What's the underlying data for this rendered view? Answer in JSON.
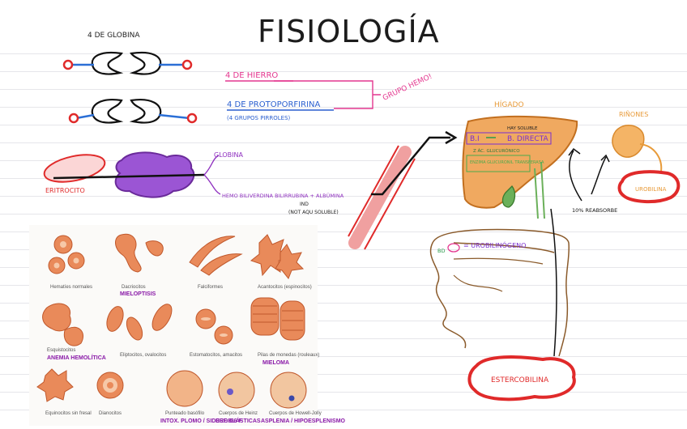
{
  "title": "FISIOLOGÍA",
  "notes": {
    "globina_count": "4 DE GLOBINA",
    "hierro": "4 DE HIERRO",
    "protoporfirina": "4 DE PROTOPORFIRINA",
    "pirroles": "(4 GRUPOS PIRROLES)",
    "grupo_hemo": "GRUPO HEMO!",
    "globina": "GLOBINA",
    "eritrocito": "ERITROCITO",
    "chain": "HEMO  BILIVERDINA  BILIRRUBINA + ALBÚMINA",
    "ind": "IND",
    "no_soluble": "(NOT AQU SOLUBLE)"
  },
  "liver": {
    "label": "HÍGADO",
    "soluble": "HAY SOLUBLE",
    "bi": "B.I",
    "bd": "B. DIRECTA",
    "gluc": "Z ÁC. GLUCURÓNICO",
    "enzyme": "ENZIMA GLUCURONIL TRANSFERASA"
  },
  "kidney": {
    "label": "RIÑONES",
    "urobilina": "UROBILINA"
  },
  "intestine": {
    "bd": "BD",
    "urobilinogeno": "= UROBILINÓGENO",
    "reabsorbe": "10% REABSORBE",
    "estercobilina": "ESTERCOBILINA"
  },
  "plate_captions": {
    "r1": [
      "Hematíes normales",
      "Dacriocitos",
      "Falciformes",
      "Acantocitos (espinocitos)"
    ],
    "r1_note": "MIELOPTISIS",
    "r2": [
      "Esquistocitos",
      "Eliptocitos, ovalocitos",
      "Estomatocitos, amacitos",
      "Pilas de monedas (rouleaux)"
    ],
    "r2_notes": [
      "ANEMIA HEMOLÍTICA",
      "MIELOMA"
    ],
    "r3": [
      "Equinocitos sin fresal",
      "Dianocitos",
      "Punteado basófilo",
      "Cuerpos de Heinz",
      "Cuerpos de Howell-Jolly"
    ],
    "r3_notes": [
      "INTOX. PLOMO / SIDEROBLÁSTICAS",
      "DEF. G6 F",
      "ASPLENIA / HIPOESPLENISMO"
    ]
  },
  "colors": {
    "pink": "#e4378f",
    "blue": "#2a5fcf",
    "orange": "#e89b3a",
    "red": "#e02a2a",
    "green": "#5aa83a",
    "purple": "#8e2fbf"
  }
}
